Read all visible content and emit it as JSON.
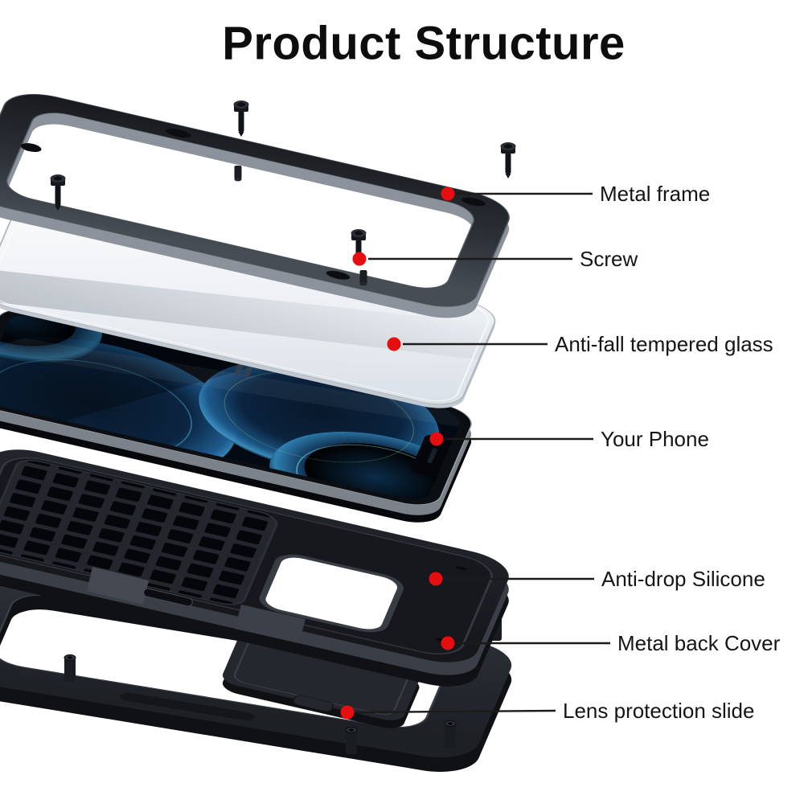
{
  "page": {
    "title": "Product Structure"
  },
  "callouts": [
    {
      "label": "Metal frame"
    },
    {
      "label": "Screw"
    },
    {
      "label": "Anti-fall tempered glass"
    },
    {
      "label": "Your Phone"
    },
    {
      "label": "Anti-drop Silicone"
    },
    {
      "label": "Metal back Cover"
    },
    {
      "label": "Lens protection slide"
    }
  ],
  "colors": {
    "accent_red": "#e60e0e",
    "label_text": "#151515",
    "line": "#1b1b1b",
    "frame_dark": "#24272d",
    "glass_tint": "#eef2f6",
    "screen_blue": "#1d5a8c"
  }
}
